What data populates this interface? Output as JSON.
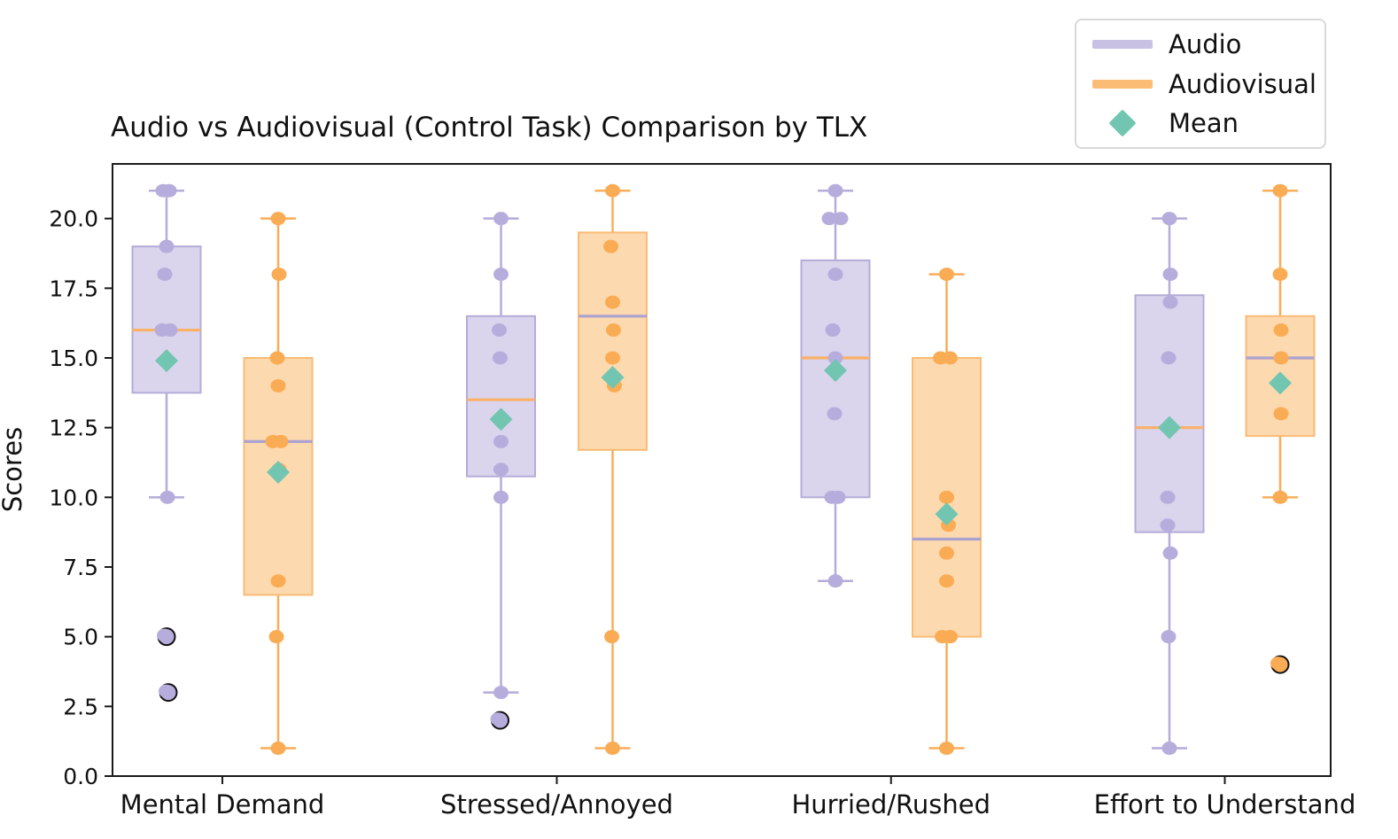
{
  "figure": {
    "title": "Audio vs Audiovisual (Control Task) Comparison by TLX",
    "background": "#ffffff"
  },
  "legend": {
    "items": [
      {
        "label": "Audio",
        "swatch": "line",
        "color": "#C8C1E4"
      },
      {
        "label": "Audiovisual",
        "swatch": "line",
        "color": "#FBBD76"
      },
      {
        "label": "Mean",
        "swatch": "diamond",
        "color": "#72C6B1"
      }
    ]
  },
  "colors": {
    "audio_fill": "#DAD4EC",
    "audio_edge": "#B5ACD8",
    "audio_dot": "#B7ADDC",
    "audio_median_line": "#FBB166",
    "audiovisual_fill": "#FCD9AE",
    "audiovisual_edge": "#FABB76",
    "audiovisual_whisker": "#FAAD5A",
    "audiovisual_dot": "#FAAC55",
    "audiovisual_median_line": "#ABA2D2",
    "mean_marker": "#72C6B1",
    "outlier_ring": "#111111",
    "axis": "#1a1a1a"
  },
  "chart_data": {
    "type": "boxplot-grouped-with-scatter",
    "title": "Audio vs Audiovisual (Control Task) Comparison by TLX",
    "xlabel": "",
    "ylabel": "Scores",
    "categories": [
      "Mental Demand",
      "Stressed/Annoyed",
      "Hurried/Rushed",
      "Effort to Understand"
    ],
    "ylim": [
      0,
      21.96
    ],
    "yticks": [
      0,
      2.5,
      5,
      7.5,
      10,
      12.5,
      15,
      17.5,
      20
    ],
    "ytick_labels": [
      "0.0",
      "2.5",
      "5.0",
      "7.5",
      "10.0",
      "12.5",
      "15.0",
      "17.5",
      "20.0"
    ],
    "grid": false,
    "legend_position": "outside-upper-right",
    "legend_entries": [
      "Audio",
      "Audiovisual",
      "Mean"
    ],
    "series": [
      {
        "name": "Audio",
        "style": {
          "fill": "#DAD4EC",
          "edge": "#B5ACD8",
          "whisker": "#B5ACD8",
          "dot": "#B7ADDC",
          "median": "#FBB166"
        },
        "boxes": [
          {
            "category": "Mental Demand",
            "q1": 13.75,
            "median": 16,
            "q3": 19,
            "whisker_low": 10,
            "whisker_high": 21,
            "mean": 14.9,
            "points": [
              [
                21,
                -4
              ],
              [
                21,
                3
              ],
              [
                19,
                0
              ],
              [
                18,
                -2
              ],
              [
                16,
                -5
              ],
              [
                16,
                4
              ],
              [
                10,
                1
              ]
            ],
            "outliers": [
              [
                5,
                0
              ],
              [
                3,
                2
              ]
            ]
          },
          {
            "category": "Stressed/Annoyed",
            "q1": 10.75,
            "median": 13.5,
            "q3": 16.5,
            "whisker_low": 3,
            "whisker_high": 20,
            "mean": 12.8,
            "points": [
              [
                20,
                0
              ],
              [
                18,
                0
              ],
              [
                16,
                -2
              ],
              [
                15,
                -1
              ],
              [
                12,
                0
              ],
              [
                11,
                0
              ],
              [
                10,
                0
              ],
              [
                3,
                0
              ]
            ],
            "outliers": [
              [
                2,
                -1
              ]
            ]
          },
          {
            "category": "Hurried/Rushed",
            "q1": 10,
            "median": 15,
            "q3": 18.5,
            "whisker_low": 7,
            "whisker_high": 21,
            "mean": 14.55,
            "points": [
              [
                21,
                0
              ],
              [
                20,
                -7
              ],
              [
                20,
                6
              ],
              [
                18,
                0
              ],
              [
                16,
                -3
              ],
              [
                15,
                0
              ],
              [
                13,
                -1
              ],
              [
                10,
                -4
              ],
              [
                10,
                3
              ],
              [
                7,
                0
              ]
            ],
            "outliers": []
          },
          {
            "category": "Effort to Understand",
            "q1": 8.75,
            "median": 12.5,
            "q3": 17.25,
            "whisker_low": 1,
            "whisker_high": 20,
            "mean": 12.5,
            "points": [
              [
                20,
                0
              ],
              [
                18,
                1
              ],
              [
                17,
                1
              ],
              [
                15,
                -1
              ],
              [
                10,
                -2
              ],
              [
                9,
                -2
              ],
              [
                8,
                1
              ],
              [
                5,
                -1
              ],
              [
                1,
                0
              ]
            ],
            "outliers": []
          }
        ]
      },
      {
        "name": "Audiovisual",
        "style": {
          "fill": "#FCD9AE",
          "edge": "#FABB76",
          "whisker": "#FAAD5A",
          "dot": "#FAAC55",
          "median": "#ABA2D2"
        },
        "boxes": [
          {
            "category": "Mental Demand",
            "q1": 6.5,
            "median": 12,
            "q3": 15,
            "whisker_low": 1,
            "whisker_high": 20,
            "mean": 10.9,
            "points": [
              [
                20,
                0
              ],
              [
                18,
                1
              ],
              [
                15,
                -1
              ],
              [
                14,
                0
              ],
              [
                12,
                -6
              ],
              [
                12,
                3
              ],
              [
                11,
                1
              ],
              [
                7,
                0
              ],
              [
                5,
                -2
              ],
              [
                1,
                0
              ]
            ],
            "outliers": []
          },
          {
            "category": "Stressed/Annoyed",
            "q1": 11.7,
            "median": 16.5,
            "q3": 19.5,
            "whisker_low": 1,
            "whisker_high": 21,
            "mean": 14.3,
            "points": [
              [
                21,
                0
              ],
              [
                19,
                -2
              ],
              [
                17,
                0
              ],
              [
                16,
                1
              ],
              [
                15,
                0
              ],
              [
                14,
                2
              ],
              [
                5,
                -1
              ],
              [
                1,
                0
              ]
            ],
            "outliers": []
          },
          {
            "category": "Hurried/Rushed",
            "q1": 5,
            "median": 8.5,
            "q3": 15,
            "whisker_low": 1,
            "whisker_high": 18,
            "mean": 9.4,
            "points": [
              [
                18,
                0
              ],
              [
                15,
                -7
              ],
              [
                15,
                4
              ],
              [
                10,
                0
              ],
              [
                9,
                2
              ],
              [
                8,
                0
              ],
              [
                7,
                0
              ],
              [
                5,
                -5
              ],
              [
                5,
                4
              ],
              [
                1,
                0
              ]
            ],
            "outliers": []
          },
          {
            "category": "Effort to Understand",
            "q1": 12.2,
            "median": 15,
            "q3": 16.5,
            "whisker_low": 10,
            "whisker_high": 21,
            "mean": 14.1,
            "points": [
              [
                21,
                0
              ],
              [
                18,
                0
              ],
              [
                16,
                1
              ],
              [
                15,
                1
              ],
              [
                13,
                1
              ],
              [
                10,
                0
              ]
            ],
            "outliers": [
              [
                4,
                0
              ]
            ]
          }
        ]
      }
    ],
    "mean_marker_color": "#72C6B1"
  }
}
